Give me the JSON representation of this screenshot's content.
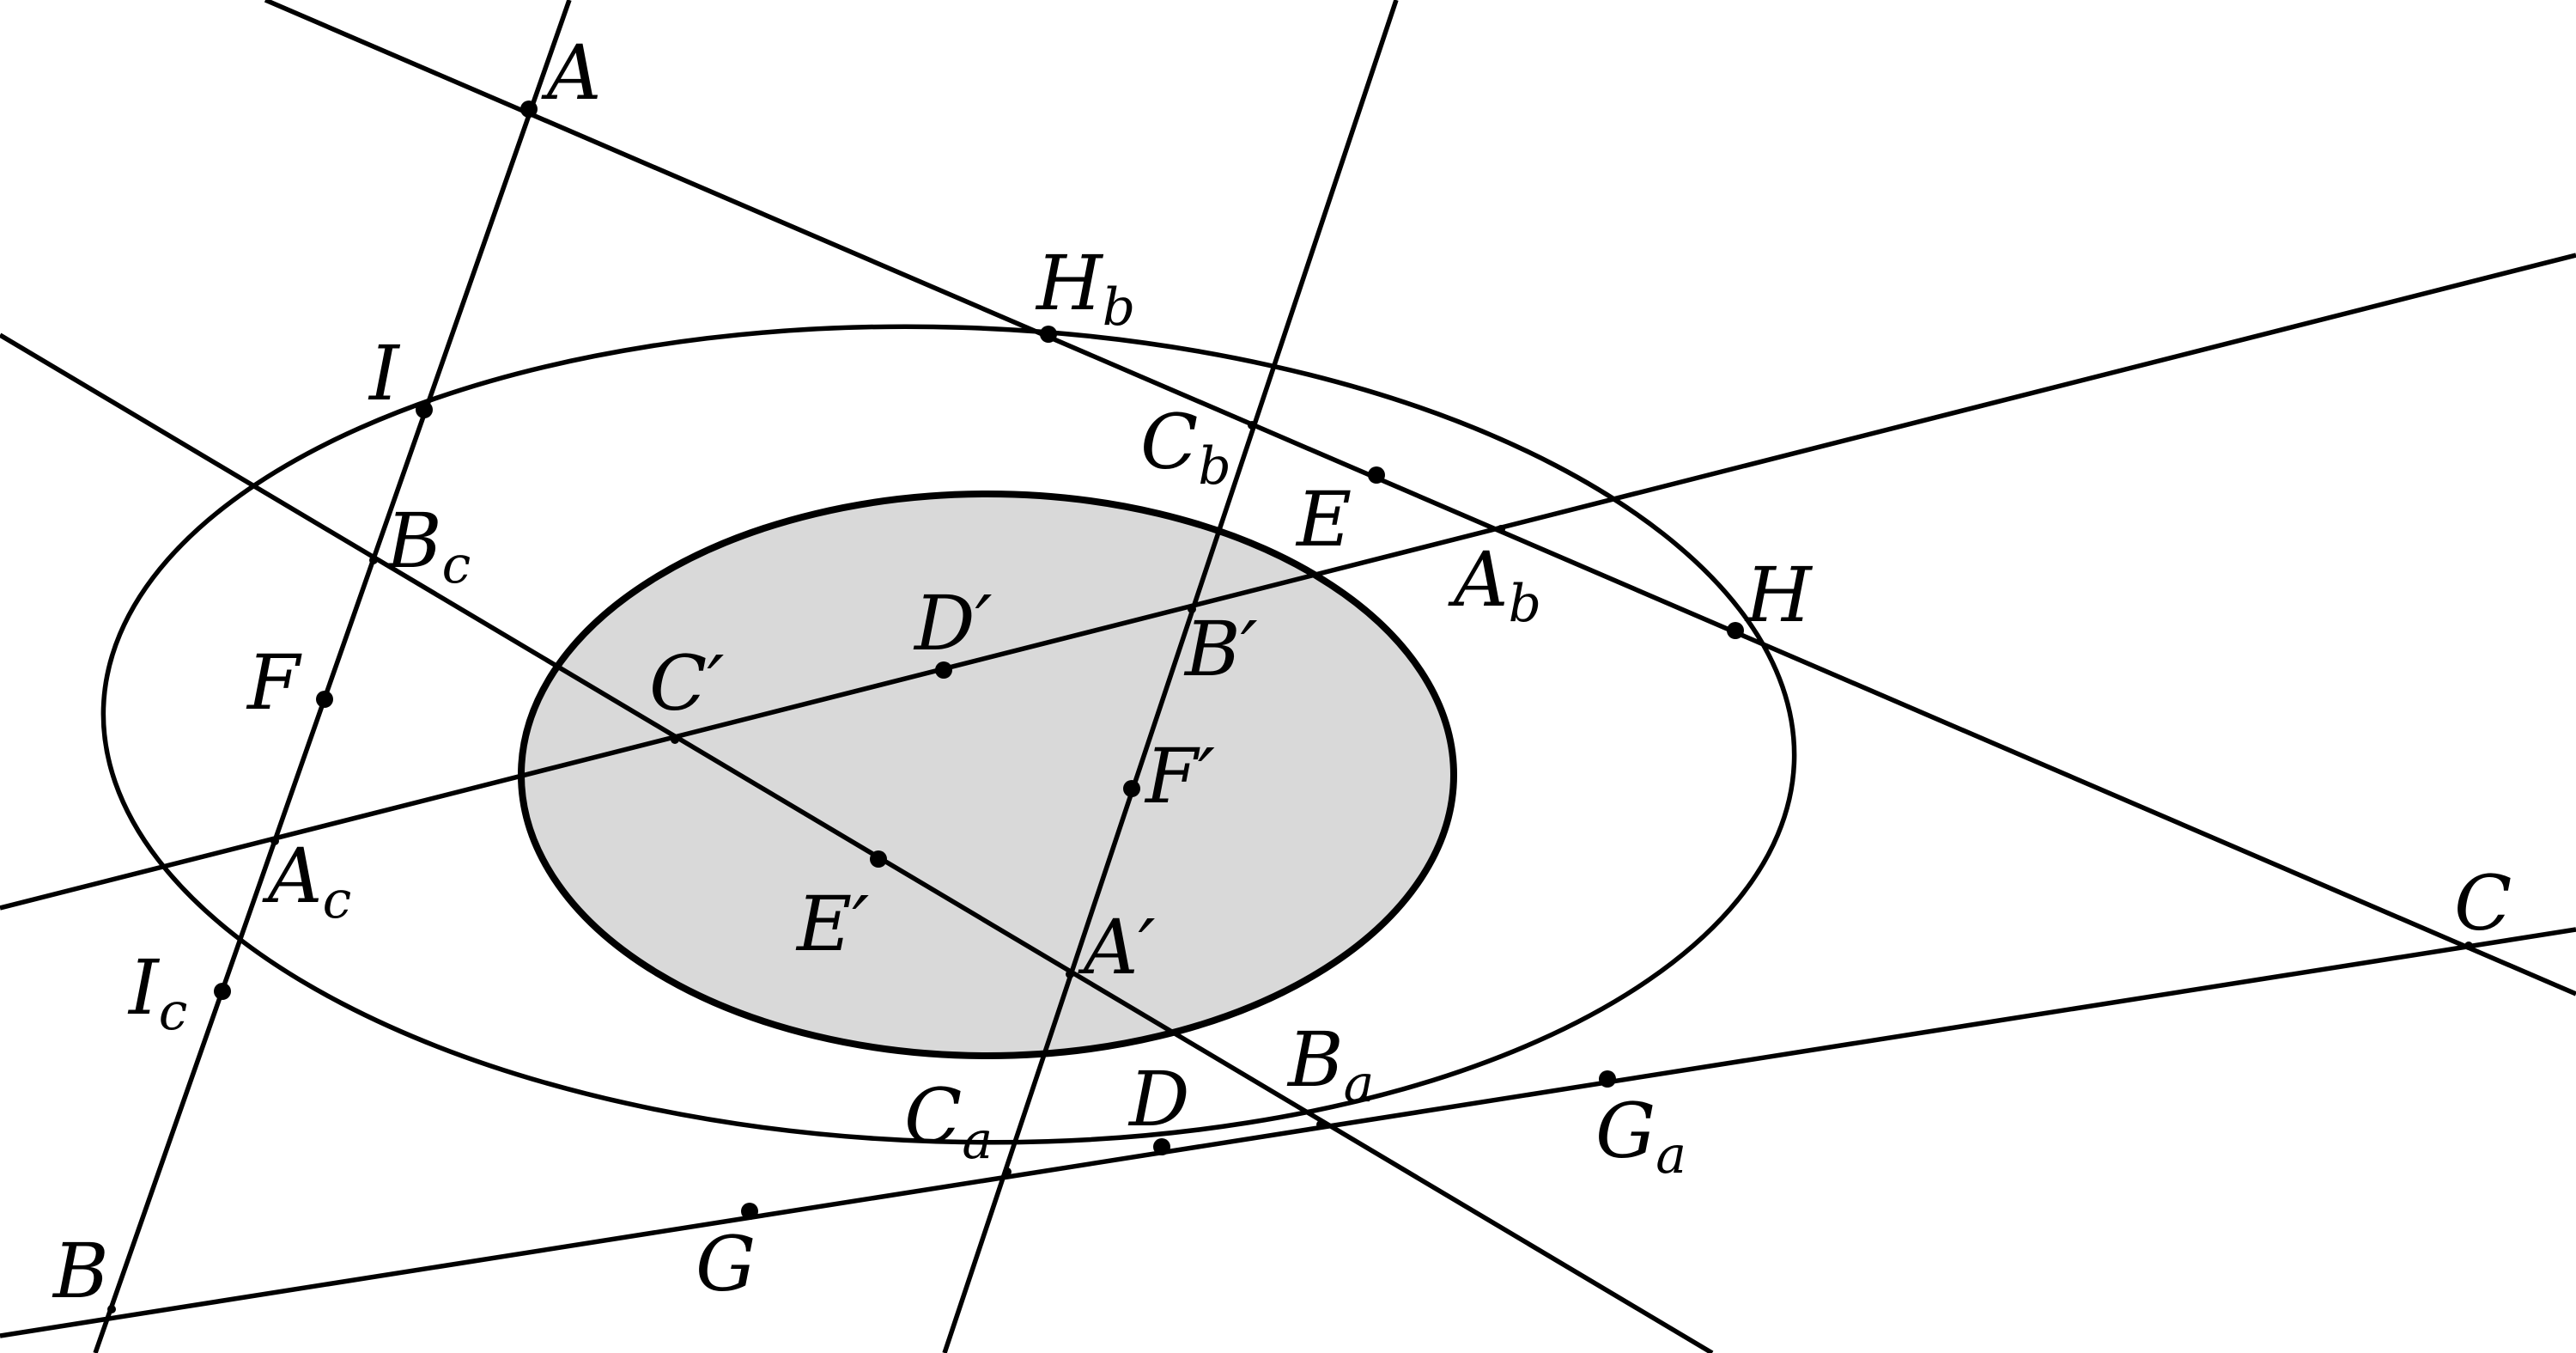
{
  "diagram": {
    "colors": {
      "ink": "#000000",
      "inner_fill": "#d9d9d9",
      "background": "#ffffff"
    },
    "labels": {
      "A": {
        "main": "A"
      },
      "Hb": {
        "main": "H",
        "sub": "b"
      },
      "I": {
        "main": "I"
      },
      "Cb": {
        "main": "C",
        "sub": "b"
      },
      "E": {
        "main": "E"
      },
      "Bc": {
        "main": "B",
        "sub": "c"
      },
      "Ab": {
        "main": "A",
        "sub": "b"
      },
      "H": {
        "main": "H"
      },
      "Dp": {
        "main": "D′"
      },
      "Bp": {
        "main": "B′"
      },
      "Cp": {
        "main": "C′"
      },
      "F": {
        "main": "F"
      },
      "Fp": {
        "main": "F′"
      },
      "Ac": {
        "main": "A",
        "sub": "c"
      },
      "Ep": {
        "main": "E′"
      },
      "Ap": {
        "main": "A′"
      },
      "C": {
        "main": "C"
      },
      "Ic": {
        "main": "I",
        "sub": "c"
      },
      "Ba": {
        "main": "B",
        "sub": "a"
      },
      "Ca": {
        "main": "C",
        "sub": "a"
      },
      "D": {
        "main": "D"
      },
      "Ga": {
        "main": "G",
        "sub": "a"
      },
      "B": {
        "main": "B"
      },
      "G": {
        "main": "G"
      }
    }
  }
}
